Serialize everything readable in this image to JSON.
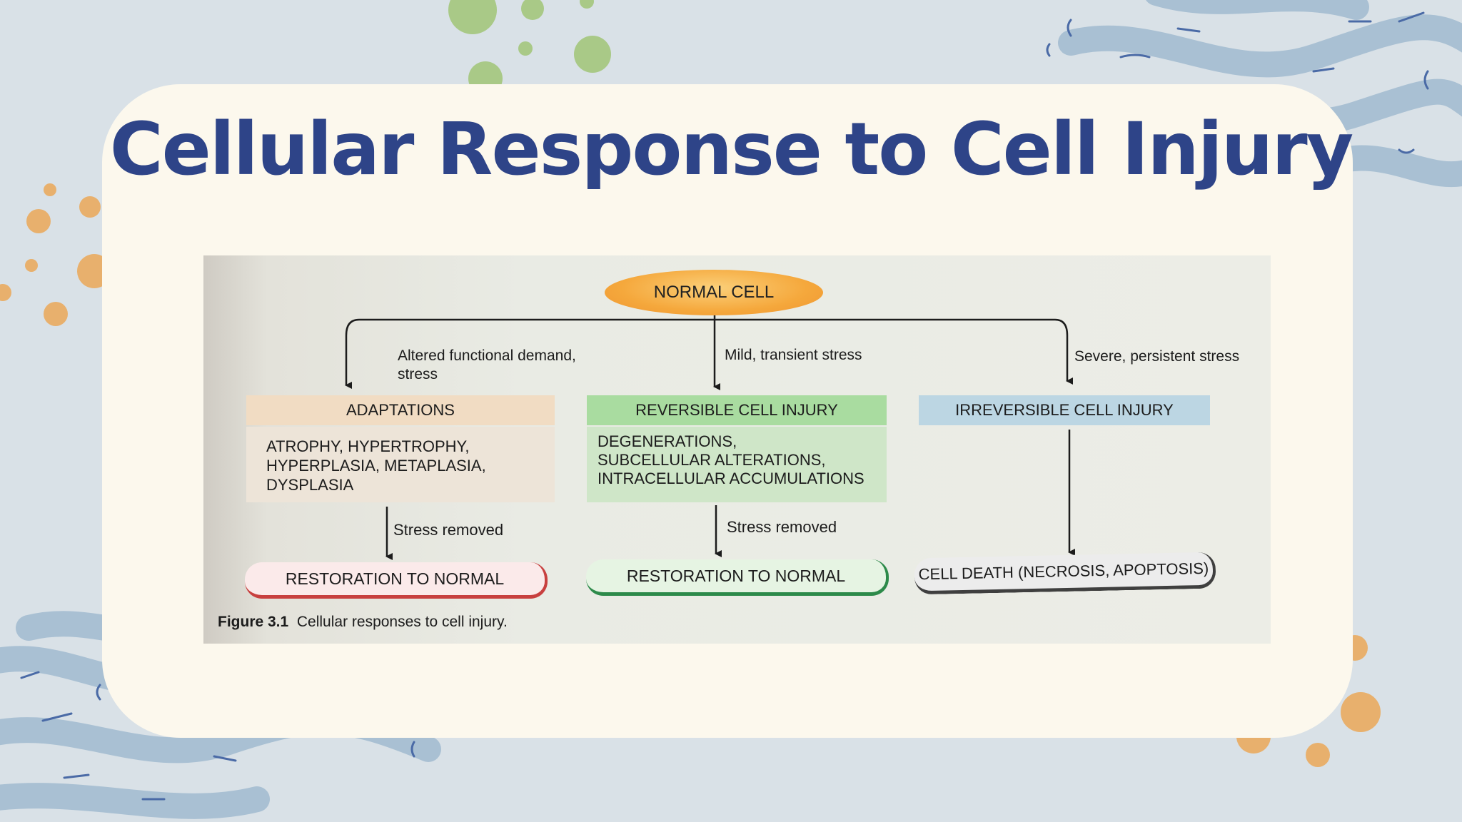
{
  "slide": {
    "title": "Cellular Response to Cell Injury"
  },
  "diagram": {
    "root": "NORMAL CELL",
    "branches": [
      {
        "trigger": [
          "Altered functional demand,",
          "stress"
        ],
        "header": "ADAPTATIONS",
        "details": [
          "ATROPHY, HYPERTROPHY,",
          "HYPERPLASIA, METAPLASIA,",
          "DYSPLASIA"
        ],
        "step": "Stress removed",
        "outcome": "RESTORATION TO NORMAL",
        "colors": {
          "header": "#f1dcc3",
          "outcome_edge": "#c8403f"
        }
      },
      {
        "trigger": [
          "Mild, transient stress"
        ],
        "header": "REVERSIBLE CELL INJURY",
        "details": [
          "DEGENERATIONS,",
          "SUBCELLULAR ALTERATIONS,",
          "INTRACELLULAR ACCUMULATIONS"
        ],
        "step": "Stress removed",
        "outcome": "RESTORATION TO NORMAL",
        "colors": {
          "header": "#a9dca0",
          "outcome_edge": "#2d8a4a"
        }
      },
      {
        "trigger": [
          "Severe, persistent stress"
        ],
        "header": "IRREVERSIBLE CELL INJURY",
        "outcome": "CELL DEATH (NECROSIS, APOPTOSIS)",
        "colors": {
          "header": "#bcd6e3",
          "outcome_edge": "#3f3f3f"
        }
      }
    ],
    "caption": {
      "label": "Figure 3.1",
      "text": "Cellular responses to cell injury."
    }
  },
  "colors": {
    "background": "#d9e1e7",
    "card": "#fcf8ed",
    "title": "#2e4488",
    "squiggle": "#a9c0d3",
    "dot_orange": "#e8b06d",
    "dot_green": "#a9c987",
    "root_oval": "#f5a83c"
  }
}
